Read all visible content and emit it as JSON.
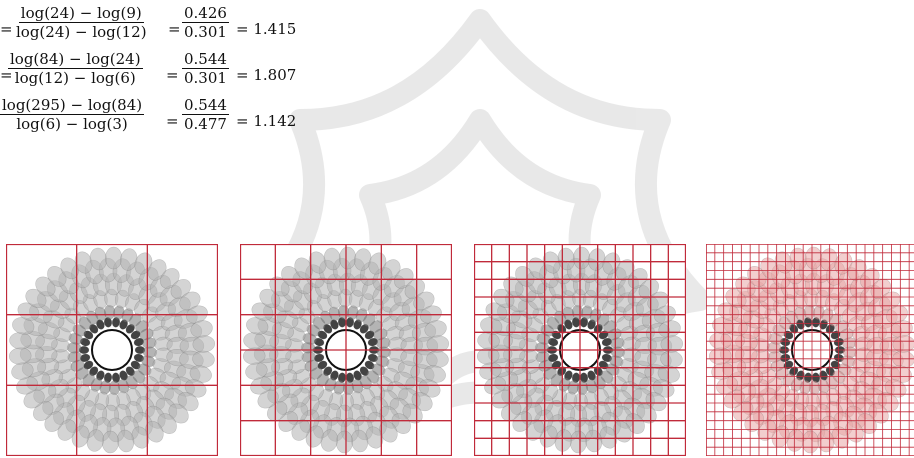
{
  "equations": [
    {
      "num": "log(24) − log(9)",
      "den": "log(24) − log(12)",
      "val_num": "0.426",
      "val_den": "0.301",
      "result": "1.415"
    },
    {
      "num": "log(84) − log(24)",
      "den": "log(12) − log(6)",
      "val_num": "0.544",
      "val_den": "0.301",
      "result": "1.807"
    },
    {
      "num": "log(295) − log(84)",
      "den": "log(6) − log(3)",
      "val_num": "0.544",
      "val_den": "0.477",
      "result": "1.142"
    }
  ],
  "panels": [
    {
      "grid": 3,
      "fill": "#b0b0b0",
      "line": "#c02a3a",
      "overlay": false
    },
    {
      "grid": 6,
      "fill": "#b0b0b0",
      "line": "#c02a3a",
      "overlay": false
    },
    {
      "grid": 12,
      "fill": "#b0b0b0",
      "line": "#c02a3a",
      "overlay": false
    },
    {
      "grid": 24,
      "fill": "#e8a6a6",
      "line": "#c02a3a",
      "overlay": true
    }
  ],
  "colors": {
    "watermark": "#9a9a9a",
    "grid_line": "#c02a3a"
  }
}
